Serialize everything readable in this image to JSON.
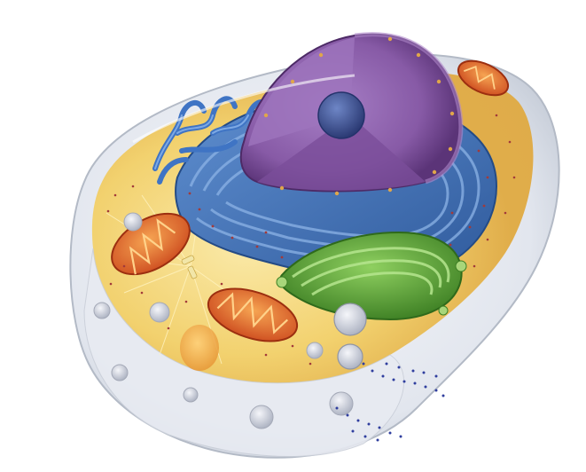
{
  "image": {
    "subject": "animal-cell-cutaway-illustration",
    "background": "#ffffff"
  },
  "colors": {
    "membrane": "#dfe3ea",
    "membrane_edge": "#b9c0cc",
    "cytoplasm": "#f3d36b",
    "cytoplasm_deep": "#e9b84a",
    "nucleus": "#8a5aa8",
    "nucleus_dark": "#5d3479",
    "nucleolus": "#3d4f8f",
    "endoplasmic_reticulum": "#3f6fb3",
    "er_light": "#6e9bd6",
    "golgi": "#5fa83a",
    "golgi_dark": "#3e7f25",
    "mitochondria": "#d9541e",
    "mitochondria_inner": "#f0a040",
    "vesicle": "#c9ccd6",
    "ribosome": "#a23a3a",
    "secretion_dots": "#2f3e9e"
  },
  "structures": [
    "cell-membrane",
    "cytoplasm",
    "nucleus",
    "nucleolus",
    "nuclear-envelope",
    "nuclear-pores",
    "rough-endoplasmic-reticulum",
    "smooth-endoplasmic-reticulum",
    "golgi-apparatus",
    "mitochondria",
    "vesicles",
    "centrioles",
    "microtubules",
    "ribosomes",
    "secretory-vesicles"
  ]
}
